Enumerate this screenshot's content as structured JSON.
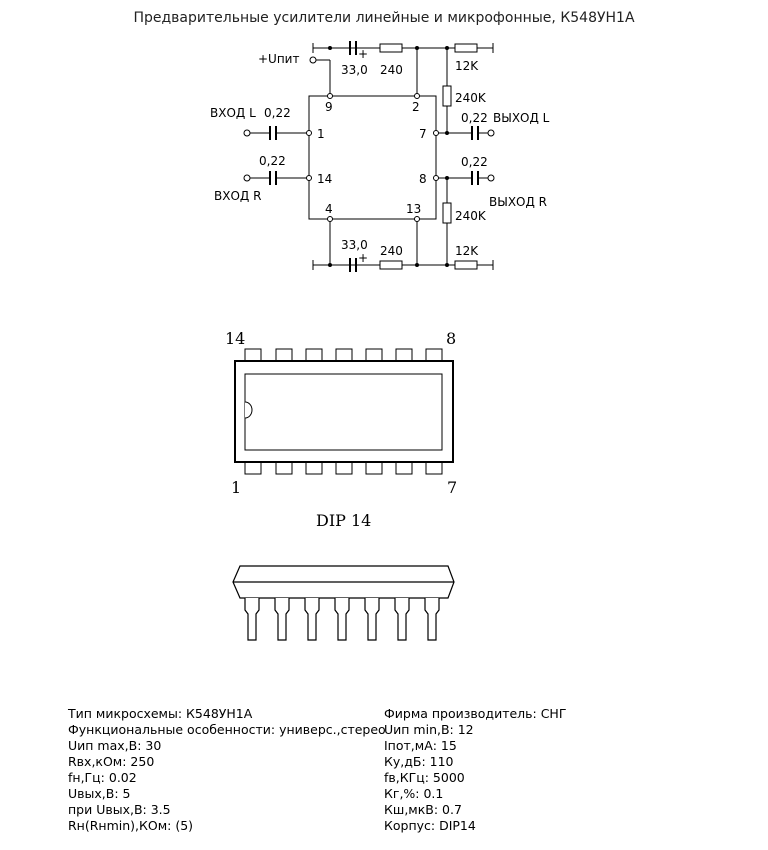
{
  "title": "Предварительные усилители линейные и микрофонные, К548УН1А",
  "schematic": {
    "supply_label": "+Uпит",
    "input_l": "ВХОД L",
    "input_r": "ВХОД R",
    "output_l": "ВЫХОД L",
    "output_r": "ВЫХОД R",
    "cap_top": "33,0",
    "cap_bottom": "33,0",
    "res_240_top": "240",
    "res_240_bottom": "240",
    "res_12k_top": "12K",
    "res_12k_bottom": "12K",
    "res_240k_top": "240K",
    "res_240k_bottom": "240K",
    "cap_in_l": "0,22",
    "cap_in_r": "0,22",
    "cap_out_l": "0,22",
    "cap_out_r": "0,22",
    "plus_top": "+",
    "plus_bottom": "+",
    "pins": {
      "p1": "1",
      "p2": "2",
      "p4": "4",
      "p7": "7",
      "p8": "8",
      "p9": "9",
      "p13": "13",
      "p14": "14"
    }
  },
  "package": {
    "pin_top_left": "14",
    "pin_top_right": "8",
    "pin_bottom_left": "1",
    "pin_bottom_right": "7",
    "name": "DIP 14"
  },
  "specs": {
    "left": [
      "Тип микросхемы: К548УН1А",
      "Функциональные особенности: универс.,стерео",
      "Uип max,В: 30",
      "Rвх,кОм: 250",
      "fн,Гц: 0.02",
      "Uвых,В: 5",
      "при Uвых,В: 3.5",
      "Rн(Rнmin),КОм: (5)"
    ],
    "right": [
      "Фирма производитель: СНГ",
      "Uип min,В: 12",
      "Iпот,мА: 15",
      "Ку,дБ: 110",
      "fв,КГц: 5000",
      "Кг,%: 0.1",
      "Кш,мкВ: 0.7",
      "Корпус: DIP14"
    ]
  }
}
